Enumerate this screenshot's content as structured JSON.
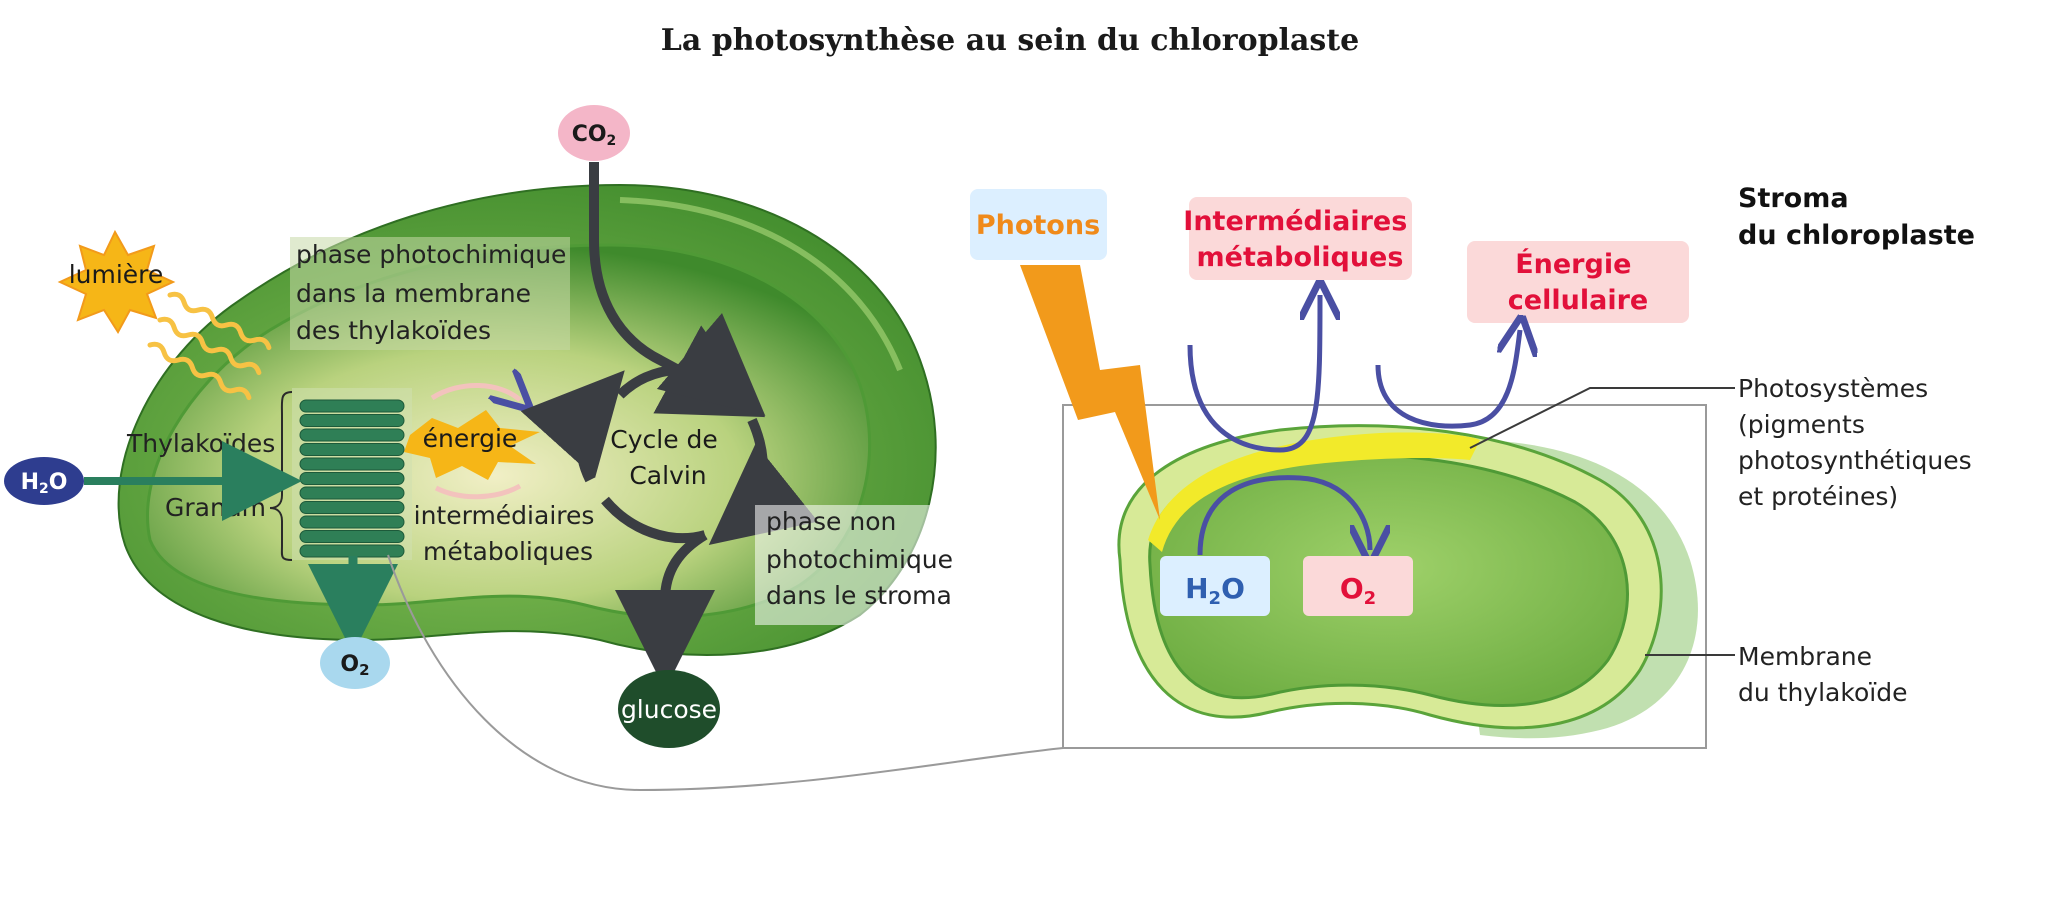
{
  "title": "La photosynthèse au sein du chloroplaste",
  "inputs": {
    "co2": {
      "base": "CO",
      "sub": "2"
    },
    "h2o": {
      "base": "H",
      "sub": "2",
      "tail": "O"
    },
    "light": "lumière"
  },
  "outputs": {
    "o2": {
      "base": "O",
      "sub": "2"
    },
    "glucose": "glucose"
  },
  "left_labels": {
    "photochemical_phase": [
      "phase photochimique",
      "dans la membrane",
      "des thylakoïdes"
    ],
    "thylakoids": "Thylakoïdes",
    "granum": "Granum",
    "energy": "énergie",
    "intermediates": [
      "intermédiaires",
      "métaboliques"
    ],
    "calvin_cycle": [
      "Cycle de",
      "Calvin"
    ],
    "non_photochemical_phase": [
      "phase non",
      "photochimique",
      "dans le stroma"
    ]
  },
  "right_labels": {
    "photons": "Photons",
    "intermediates": [
      "Intermédiaires",
      "métaboliques"
    ],
    "cell_energy": [
      "Énergie",
      "cellulaire"
    ],
    "stroma": [
      "Stroma",
      "du chloroplaste"
    ],
    "photosystems": [
      "Photosystèmes",
      "(pigments",
      "photosynthétiques",
      "et protéines)"
    ],
    "membrane": [
      "Membrane",
      "du thylakoïde"
    ],
    "h2o": {
      "base": "H",
      "sub": "2",
      "tail": "O"
    },
    "o2": {
      "base": "O",
      "sub": "2"
    }
  },
  "colors": {
    "co2_pill": "#f4b6c8",
    "h2o_pill": "#2e3d8f",
    "o2_pill": "#a9d8ee",
    "glucose_pill": "#1f4d2b",
    "arrow_dark": "#3a3d42",
    "arrow_green": "#2a7f5e",
    "arrow_purple": "#4a4fa3",
    "photon_orange": "#f29a1b",
    "photon_box": "#dcefff",
    "intermediate_box": "#fbd9d9",
    "intermediate_text": "#e2103a",
    "photons_text": "#f08a1a",
    "membrane_yellow": "#f2ea2a",
    "chloroplast_green": "#5aa43a"
  }
}
